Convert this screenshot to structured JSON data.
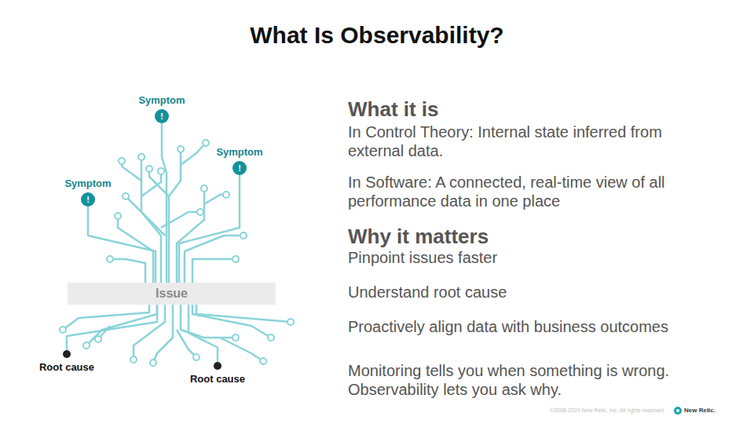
{
  "diagram": {
    "title": "What Is Observability?",
    "nodes": [
      {
        "text": [
          "Symptom",
          "!"
        ]
      },
      {
        "text": [
          "Symptom",
          "!"
        ]
      },
      {
        "text": [
          "Symptom",
          "!"
        ]
      },
      {
        "text": [
          "Issue"
        ]
      },
      {
        "text": [
          "Root cause"
        ]
      },
      {
        "text": [
          "Root cause"
        ]
      }
    ],
    "edges": [
      {
        "from": 0,
        "to": 3,
        "arrow": "none"
      },
      {
        "from": 1,
        "to": 3,
        "arrow": "none"
      },
      {
        "from": 2,
        "to": 3,
        "arrow": "none"
      },
      {
        "from": 3,
        "to": 4,
        "arrow": "none"
      },
      {
        "from": 3,
        "to": 5,
        "arrow": "none"
      }
    ],
    "labels": [
      "What it is",
      "In Control Theory: Internal state inferred from external data.",
      "In Software: A connected, real-time view of all performance data in one place",
      "Why it matters",
      "Pinpoint issues faster",
      "Understand root cause",
      "Proactively align data with business outcomes",
      "Monitoring tells you when something is wrong. Observability lets you ask why.",
      "©2008-2020 New Relic, Inc. All rights reserved.",
      "New Relic."
    ]
  }
}
